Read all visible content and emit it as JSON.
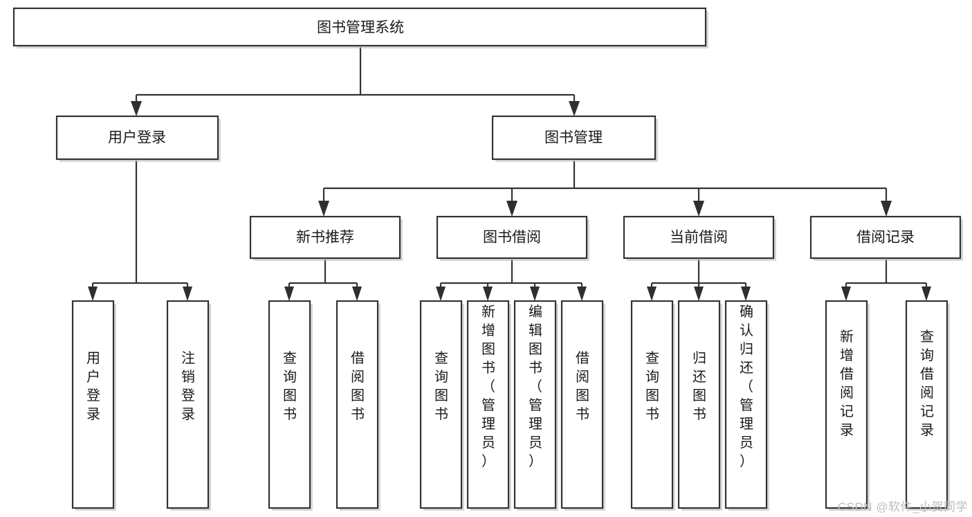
{
  "diagram": {
    "type": "tree-hierarchy",
    "title": "图书管理系统",
    "watermark": "CSDN @软件_小贺同学",
    "colors": {
      "box_border": "#333333",
      "box_fill": "#ffffff",
      "connector": "#333333",
      "arrow": "#2f2f2f",
      "text": "#1a1a1a",
      "watermark": "#bcbcbc",
      "background": "#ffffff"
    },
    "nodes": {
      "root": {
        "label": "图书管理系统",
        "level": 1,
        "orientation": "horizontal"
      },
      "l2": [
        {
          "id": "user-login",
          "label": "用户登录",
          "level": 2,
          "orientation": "horizontal"
        },
        {
          "id": "book-manage",
          "label": "图书管理",
          "level": 2,
          "orientation": "horizontal"
        }
      ],
      "l3": [
        {
          "id": "new-book-recommend",
          "label": "新书推荐",
          "level": 3,
          "orientation": "horizontal"
        },
        {
          "id": "book-borrow",
          "label": "图书借阅",
          "level": 3,
          "orientation": "horizontal"
        },
        {
          "id": "current-borrow",
          "label": "当前借阅",
          "level": 3,
          "orientation": "horizontal"
        },
        {
          "id": "borrow-record",
          "label": "借阅记录",
          "level": 3,
          "orientation": "horizontal"
        }
      ],
      "leaves": [
        {
          "id": "leaf-user-login",
          "label": "用户登录",
          "parent": "user-login",
          "orientation": "vertical"
        },
        {
          "id": "leaf-logout-login",
          "label": "注销登录",
          "parent": "user-login",
          "orientation": "vertical"
        },
        {
          "id": "leaf-query-book-1",
          "label": "查询图书",
          "parent": "new-book-recommend",
          "orientation": "vertical"
        },
        {
          "id": "leaf-borrow-book-1",
          "label": "借阅图书",
          "parent": "new-book-recommend",
          "orientation": "vertical"
        },
        {
          "id": "leaf-query-book-2",
          "label": "查询图书",
          "parent": "book-borrow",
          "orientation": "vertical"
        },
        {
          "id": "leaf-add-book",
          "label": "新增图书（管理员）",
          "parent": "book-borrow",
          "orientation": "vertical"
        },
        {
          "id": "leaf-edit-book",
          "label": "编辑图书（管理员）",
          "parent": "book-borrow",
          "orientation": "vertical"
        },
        {
          "id": "leaf-borrow-book-2",
          "label": "借阅图书",
          "parent": "book-borrow",
          "orientation": "vertical"
        },
        {
          "id": "leaf-query-book-3",
          "label": "查询图书",
          "parent": "current-borrow",
          "orientation": "vertical"
        },
        {
          "id": "leaf-return-book",
          "label": "归还图书",
          "parent": "current-borrow",
          "orientation": "vertical"
        },
        {
          "id": "leaf-confirm-return",
          "label": "确认归还（管理员）",
          "parent": "current-borrow",
          "orientation": "vertical"
        },
        {
          "id": "leaf-add-record",
          "label": "新增借阅记录",
          "parent": "borrow-record",
          "orientation": "vertical"
        },
        {
          "id": "leaf-query-record",
          "label": "查询借阅记录",
          "parent": "borrow-record",
          "orientation": "vertical"
        }
      ]
    }
  }
}
